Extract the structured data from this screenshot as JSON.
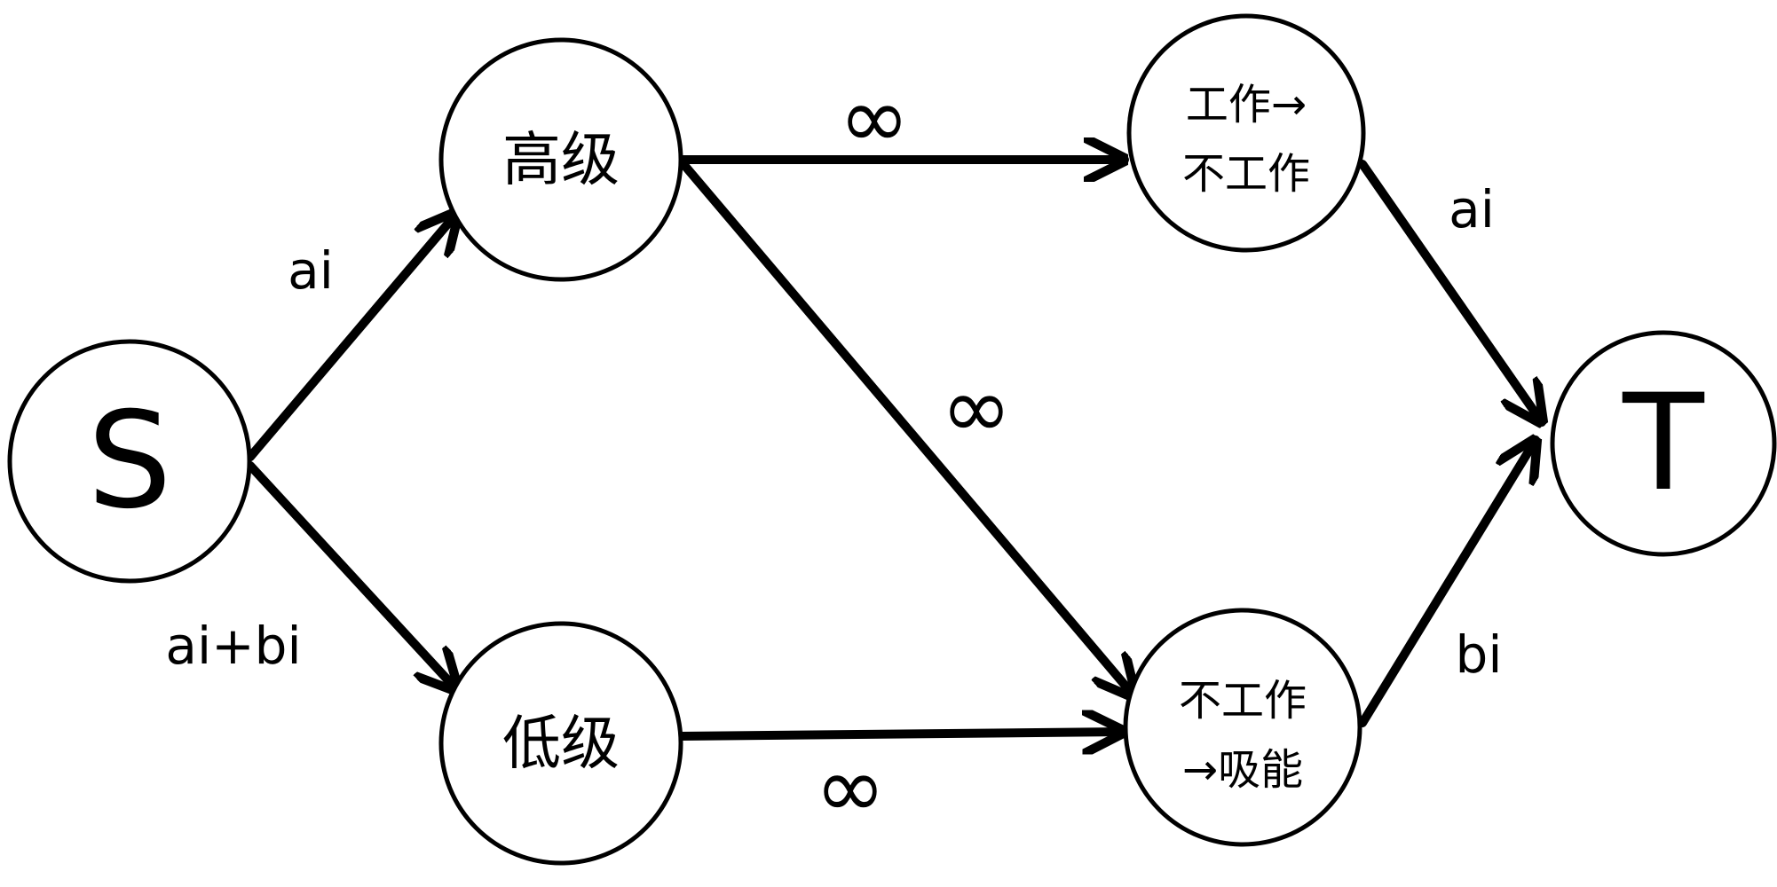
{
  "nodes": {
    "source": {
      "label": "S"
    },
    "high": {
      "label": "高级"
    },
    "low": {
      "label": "低级"
    },
    "work_to_idle": {
      "line1": "工作→",
      "line2": "不工作"
    },
    "idle_to_absorb": {
      "line1": "不工作",
      "line2": "→吸能"
    },
    "sink": {
      "label": "T"
    }
  },
  "edges": {
    "s_to_high": {
      "label": "ai"
    },
    "s_to_low": {
      "label": "ai+bi"
    },
    "high_to_work": {
      "label": "∞"
    },
    "high_to_absorb": {
      "label": "∞"
    },
    "low_to_absorb": {
      "label": "∞"
    },
    "work_to_t": {
      "label": "ai"
    },
    "absorb_to_t": {
      "label": "bi"
    }
  }
}
